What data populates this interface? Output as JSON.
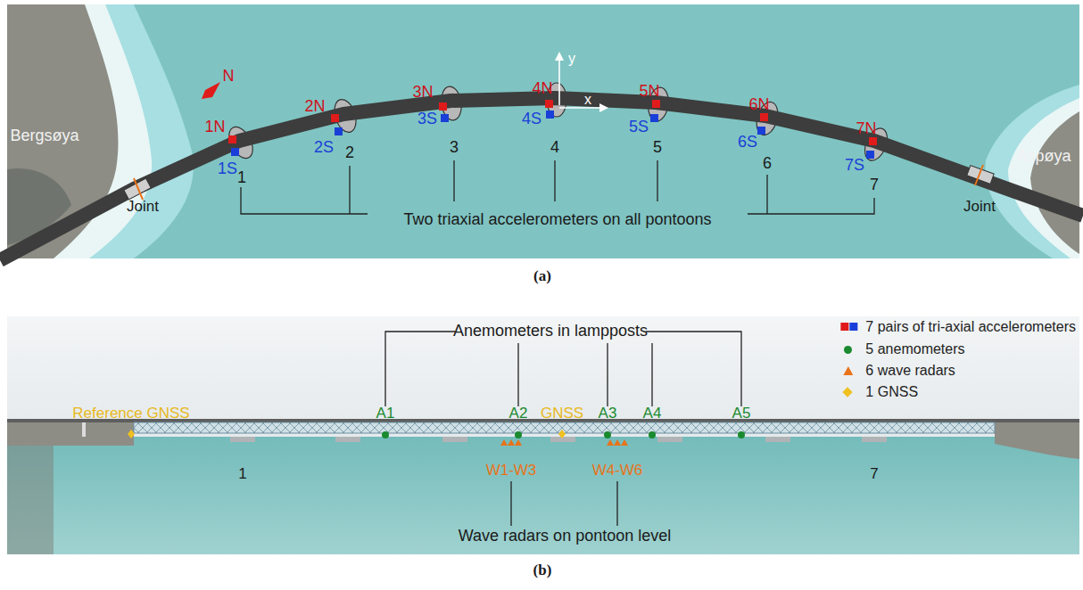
{
  "diagram": {
    "labels": [
      "N",
      "Bergsøya",
      "Aspøya",
      "Joint",
      "Joint",
      "1N",
      "2N",
      "3N",
      "4N",
      "5N",
      "6N",
      "7N",
      "1S",
      "2S",
      "3S",
      "4S",
      "5S",
      "6S",
      "7S",
      "1",
      "2",
      "3",
      "4",
      "5",
      "6",
      "7",
      "Two triaxial accelerometers on all pontoons",
      "(a)",
      "Anemometers in lampposts",
      "Reference GNSS",
      "A1",
      "A2",
      "GNSS",
      "A3",
      "A4",
      "A5",
      "1",
      "7",
      "W1-W3",
      "W4-W6",
      "Wave radars on pontoon level",
      "(b)",
      "y",
      "x"
    ],
    "legend": [
      {
        "text": "7 pairs of tri-axial accelerometers"
      },
      {
        "text": "5 anemometers",
        "color": "#1a8a2e"
      },
      {
        "text": "6 wave radars",
        "color": "#e8731a"
      },
      {
        "text": "1 GNSS",
        "color": "#f0c020"
      }
    ]
  }
}
